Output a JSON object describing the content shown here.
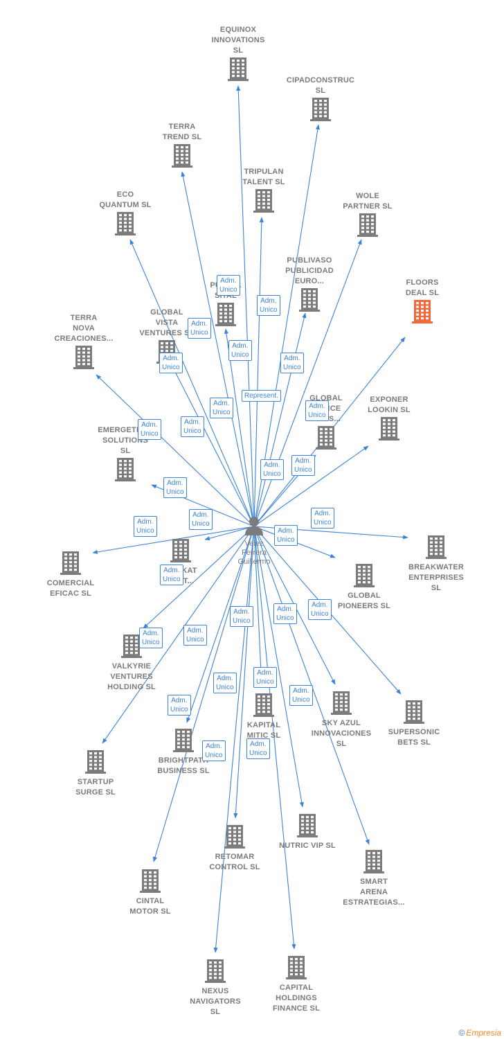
{
  "center": {
    "name_lines": [
      "Velez",
      "Ferrera",
      "Guillermo"
    ]
  },
  "companies": [
    {
      "id": "equinox",
      "lines": [
        "EQUINOX",
        "INNOVATIONS",
        "SL"
      ],
      "highlight": false
    },
    {
      "id": "cipad",
      "lines": [
        "CIPADCONSTRUC",
        "SL"
      ],
      "highlight": false
    },
    {
      "id": "terra-trend",
      "lines": [
        "TERRA",
        "TREND  SL"
      ],
      "highlight": false
    },
    {
      "id": "tripulan",
      "lines": [
        "TRIPULAN",
        "TALENT  SL"
      ],
      "highlight": false
    },
    {
      "id": "eco",
      "lines": [
        "ECO",
        "QUANTUM  SL"
      ],
      "highlight": false
    },
    {
      "id": "wole",
      "lines": [
        "WOLE",
        "PARTNER  SL"
      ],
      "highlight": false
    },
    {
      "id": "publivaso",
      "lines": [
        "PUBLIVASO",
        "PUBLICIDAD",
        "EURO..."
      ],
      "highlight": false
    },
    {
      "id": "puntel",
      "lines": [
        "PUNTEL",
        "SITAL"
      ],
      "highlight": false
    },
    {
      "id": "floors",
      "lines": [
        "FLOORS",
        "DEAL  SL"
      ],
      "highlight": true
    },
    {
      "id": "terra-nova",
      "lines": [
        "TERRA",
        "NOVA",
        "CREACIONES..."
      ],
      "highlight": false
    },
    {
      "id": "global-vista",
      "lines": [
        "GLOBAL",
        "VISTA",
        "VENTURES  SL"
      ],
      "highlight": false
    },
    {
      "id": "global-advice",
      "lines": [
        "GLOBAL",
        "ADVICE",
        "CONS..."
      ],
      "highlight": false
    },
    {
      "id": "exponer",
      "lines": [
        "EXPONER",
        "LOOKIN  SL"
      ],
      "highlight": false
    },
    {
      "id": "emergetech",
      "lines": [
        "EMERGETECH",
        "SOLUTIONS",
        "SL"
      ],
      "highlight": false
    },
    {
      "id": "breakwater",
      "lines": [
        "BREAKWATER",
        "ENTERPRISES",
        "SL"
      ],
      "highlight": false
    },
    {
      "id": "comercial",
      "lines": [
        "COMERCIAL",
        "EFICAC  SL"
      ],
      "highlight": false
    },
    {
      "id": "merkat",
      "lines": [
        "MERKAT",
        "VECT..."
      ],
      "highlight": false
    },
    {
      "id": "global-pioneers",
      "lines": [
        "GLOBAL",
        "PIONEERS  SL"
      ],
      "highlight": false
    },
    {
      "id": "valkyrie",
      "lines": [
        "VALKYRIE",
        "VENTURES",
        "HOLDING  SL"
      ],
      "highlight": false
    },
    {
      "id": "supersonic",
      "lines": [
        "SUPERSONIC",
        "BETS  SL"
      ],
      "highlight": false
    },
    {
      "id": "sky-azul",
      "lines": [
        "SKY AZUL",
        "INNOVACIONES",
        "SL"
      ],
      "highlight": false
    },
    {
      "id": "kapital",
      "lines": [
        "KAPITAL",
        "MITIC  SL"
      ],
      "highlight": false
    },
    {
      "id": "startup",
      "lines": [
        "STARTUP",
        "SURGE  SL"
      ],
      "highlight": false
    },
    {
      "id": "brightpath",
      "lines": [
        "BRIGHTPATH",
        "BUSINESS  SL"
      ],
      "highlight": false
    },
    {
      "id": "nutric",
      "lines": [
        "NUTRIC VIP  SL"
      ],
      "highlight": false
    },
    {
      "id": "retomar",
      "lines": [
        "RETOMAR",
        "CONTROL  SL"
      ],
      "highlight": false
    },
    {
      "id": "smart",
      "lines": [
        "SMART",
        "ARENA",
        "ESTRATEGIAS..."
      ],
      "highlight": false
    },
    {
      "id": "cintal",
      "lines": [
        "CINTAL",
        "MOTOR  SL"
      ],
      "highlight": false
    },
    {
      "id": "nexus",
      "lines": [
        "NEXUS",
        "NAVIGATORS",
        "SL"
      ],
      "highlight": false
    },
    {
      "id": "capital",
      "lines": [
        "CAPITAL",
        "HOLDINGS",
        "FINANCE  SL"
      ],
      "highlight": false
    }
  ],
  "relations": [
    {
      "to": "equinox",
      "lines": [
        "Adm.",
        "Unico"
      ]
    },
    {
      "to": "cipad",
      "lines": [
        "Adm.",
        "Unico"
      ]
    },
    {
      "to": "terra-trend",
      "lines": [
        "Adm.",
        "Unico"
      ]
    },
    {
      "to": "tripulan",
      "lines": [
        "Adm.",
        "Unico"
      ]
    },
    {
      "to": "eco",
      "lines": [
        "Adm.",
        "Unico"
      ]
    },
    {
      "to": "wole",
      "lines": [
        "Adm.",
        "Unico"
      ]
    },
    {
      "to": "publivaso",
      "lines": [
        "Represent."
      ]
    },
    {
      "to": "puntel",
      "lines": [
        "Adm.",
        "Unico"
      ]
    },
    {
      "to": "floors",
      "lines": [
        "Adm.",
        "Unico"
      ]
    },
    {
      "to": "terra-nova",
      "lines": [
        "Adm.",
        "Unico"
      ]
    },
    {
      "to": "global-vista",
      "lines": [
        "Adm.",
        "Unico"
      ]
    },
    {
      "to": "global-advice",
      "lines": [
        "Adm.",
        "Unico"
      ]
    },
    {
      "to": "exponer",
      "lines": [
        "Adm.",
        "Unico"
      ]
    },
    {
      "to": "emergetech",
      "lines": [
        "Adm.",
        "Unico"
      ]
    },
    {
      "to": "breakwater",
      "lines": [
        "Adm.",
        "Unico"
      ]
    },
    {
      "to": "comercial",
      "lines": [
        "Adm.",
        "Unico"
      ]
    },
    {
      "to": "merkat",
      "lines": [
        "Adm.",
        "Unico"
      ]
    },
    {
      "to": "global-pioneers",
      "lines": [
        "Adm.",
        "Unico"
      ]
    },
    {
      "to": "valkyrie",
      "lines": [
        "Adm.",
        "Unico"
      ]
    },
    {
      "to": "supersonic",
      "lines": [
        "Adm.",
        "Unico"
      ]
    },
    {
      "to": "sky-azul",
      "lines": [
        "Adm.",
        "Unico"
      ]
    },
    {
      "to": "kapital",
      "lines": [
        "Adm.",
        "Unico"
      ]
    },
    {
      "to": "startup",
      "lines": [
        "Adm.",
        "Unico"
      ]
    },
    {
      "to": "brightpath",
      "lines": [
        "Adm.",
        "Unico"
      ]
    },
    {
      "to": "nutric",
      "lines": [
        "Adm.",
        "Unico"
      ]
    },
    {
      "to": "retomar",
      "lines": [
        "Adm.",
        "Unico"
      ]
    },
    {
      "to": "smart",
      "lines": [
        "Adm.",
        "Unico"
      ]
    },
    {
      "to": "cintal",
      "lines": [
        "Adm.",
        "Unico"
      ]
    },
    {
      "to": "nexus",
      "lines": [
        "Adm.",
        "Unico"
      ]
    },
    {
      "to": "capital",
      "lines": [
        "Adm.",
        "Unico"
      ]
    }
  ],
  "footer": {
    "copyright": "©",
    "brand": "Empresia"
  },
  "colors": {
    "edge": "#3b83d8",
    "building": "#7b7b7b",
    "highlight": "#f2683a",
    "label": "#7a7a7a"
  }
}
